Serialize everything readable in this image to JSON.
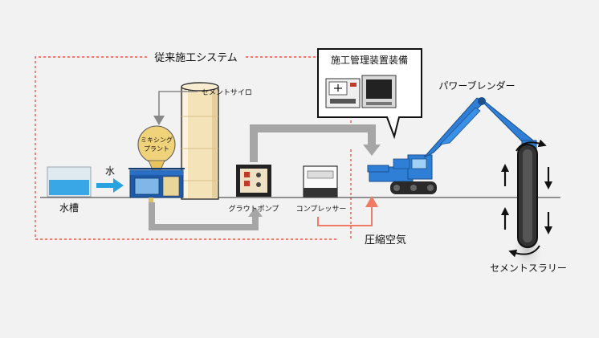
{
  "labels": {
    "system_title": "従来施工システム",
    "cement_silo": "セメントサイロ",
    "mixing_plant_line1": "ミキシング",
    "mixing_plant_line2": "プラント",
    "water": "水",
    "water_tank": "水槽",
    "grout_pump": "グラウトポンプ",
    "compressor": "コンプレッサー",
    "compressed_air": "圧縮空気",
    "control_device": "施工管理装置装備",
    "power_blender": "パワーブレンダー",
    "cement_slurry": "セメントスラリー"
  },
  "colors": {
    "background": "#f2f2f2",
    "dashed_border": "#e8584a",
    "gray_arrow": "#a6a6a6",
    "water_arrow": "#29a3e0",
    "air_arrow": "#f07a63",
    "machine_blue": "#2f7fd6",
    "plant_yellow": "#f0d27a",
    "silo_cream": "#f4e2b8"
  }
}
